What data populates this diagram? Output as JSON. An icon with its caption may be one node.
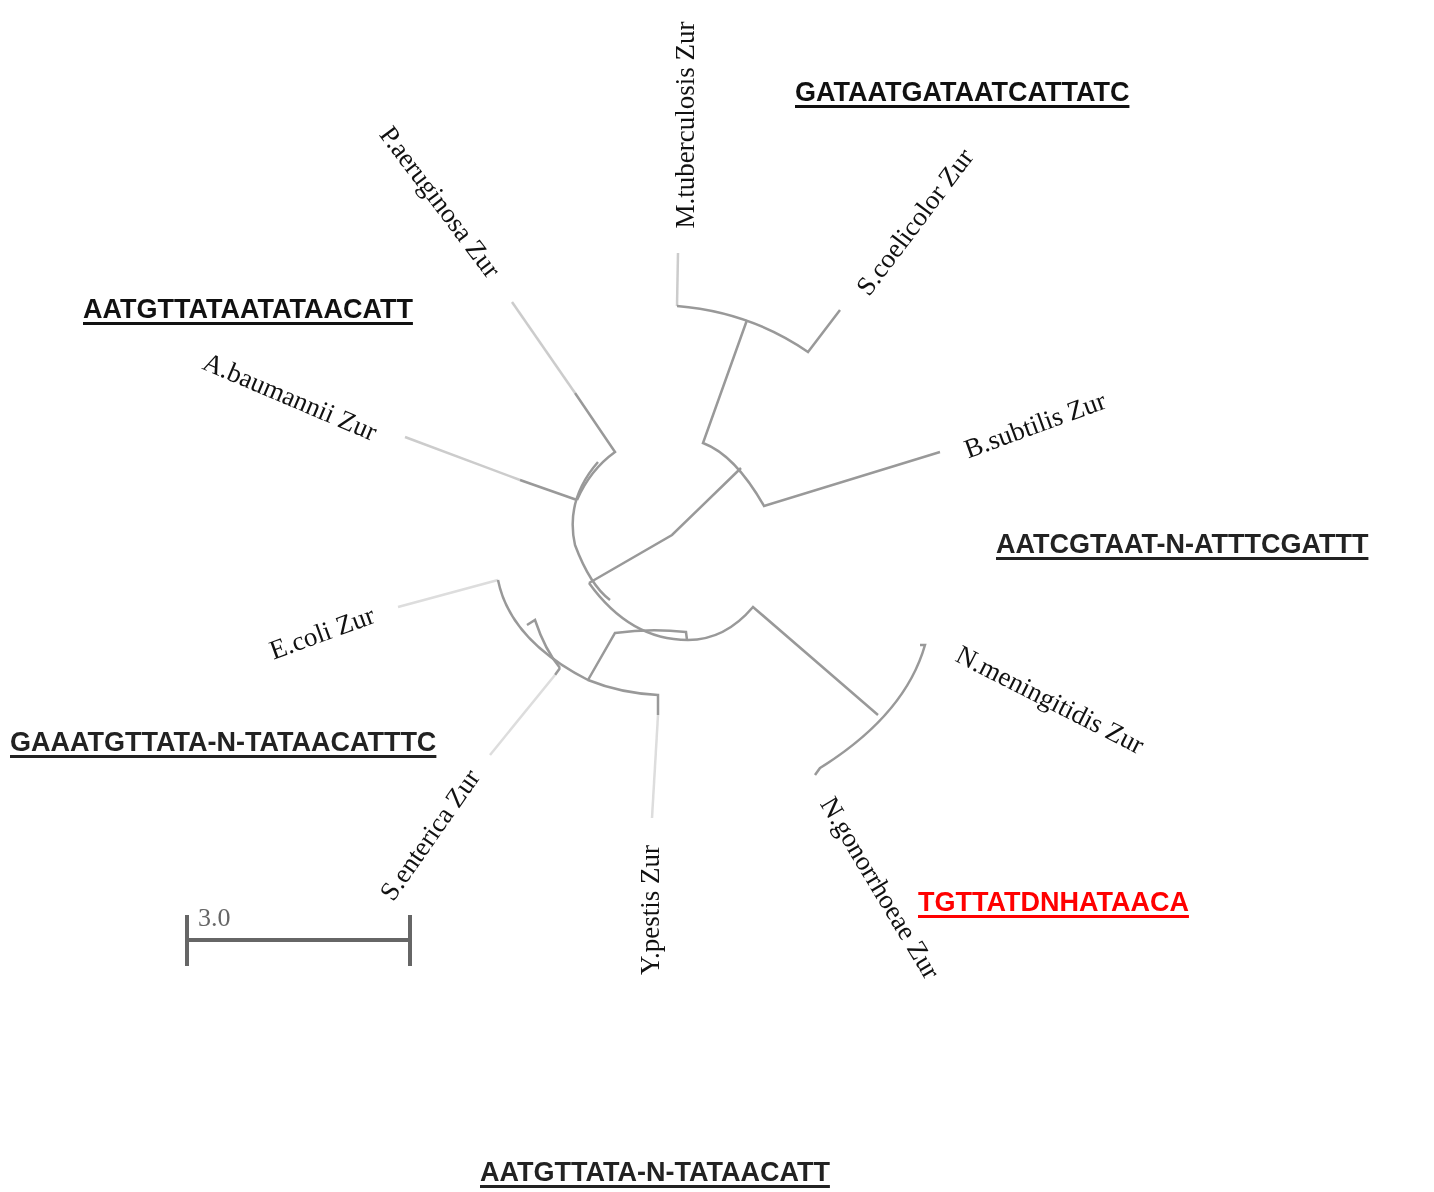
{
  "diagram": {
    "labels": [
      "M.tuberculosis Zur",
      "GATAATGATAATCATTATC",
      "P.aeruginosa Zur",
      "S.coelicolor Zur",
      "AATGTTATAATATAACATT",
      "A.baumannii Zur",
      "B.subtilis Zur",
      "AATCGTAAT-N-ATTTCGATTT",
      "E.coli Zur",
      "N.meningitidis Zur",
      "GAAATGTTATA-N-TATAACATTTC",
      "N.gonorrhoeae Zur",
      "S.enterica Zur",
      "Y.pestis Zur",
      "TGTTATDNHATAACA",
      "3.0",
      "AATGTTATA-N-TATAACATT"
    ]
  }
}
